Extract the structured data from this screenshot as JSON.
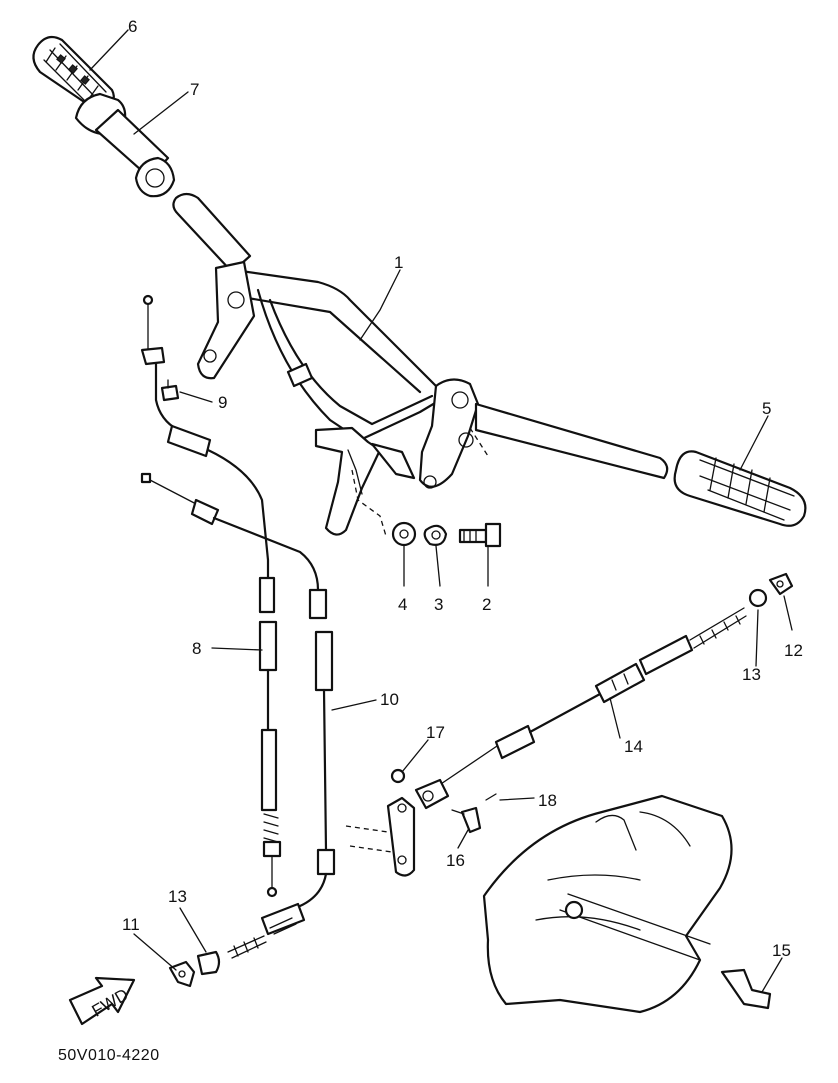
{
  "diagram": {
    "code": "50V010-4220",
    "fwd_label": "FWD",
    "callouts": {
      "c1": "1",
      "c2": "2",
      "c3": "3",
      "c4": "4",
      "c5": "5",
      "c6": "6",
      "c7": "7",
      "c8": "8",
      "c9": "9",
      "c10": "10",
      "c11": "11",
      "c12": "12",
      "c13a": "13",
      "c13b": "13",
      "c14": "14",
      "c15": "15",
      "c16": "16",
      "c17": "17",
      "c18": "18"
    }
  }
}
